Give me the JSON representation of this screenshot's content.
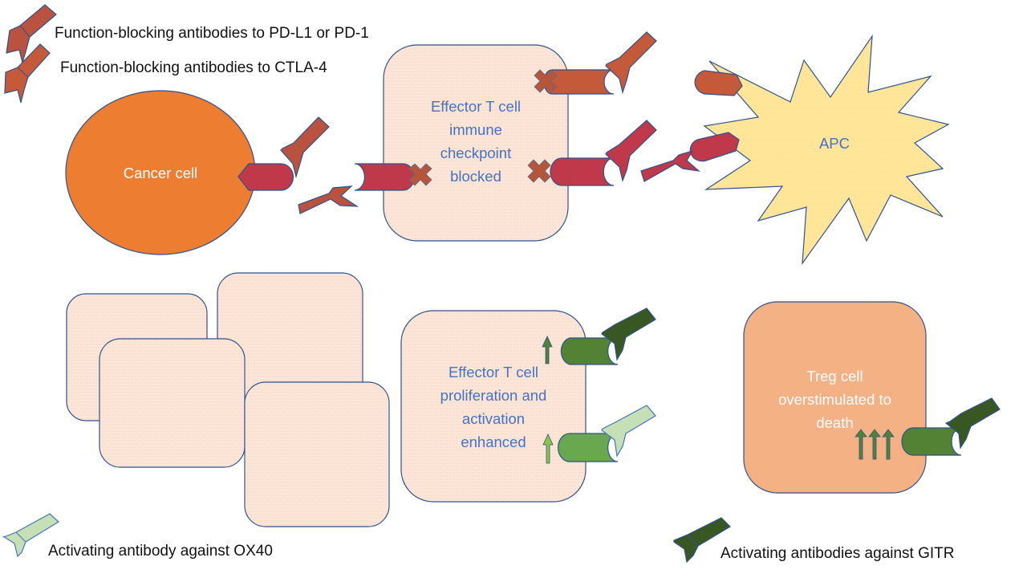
{
  "legend": {
    "pd_blocking": "Function-blocking antibodies to PD-L1  or PD-1",
    "ctla4_blocking": "Function-blocking antibodies to CTLA-4",
    "ox40_activating": "Activating antibody against OX40",
    "gitr_activating": "Activating antibodies against GITR"
  },
  "cells": {
    "cancer": {
      "label": "Cancer cell"
    },
    "effector_blocked": {
      "lines": [
        "Effector T cell",
        "immune",
        "checkpoint",
        "blocked"
      ]
    },
    "apc": {
      "label": "APC"
    },
    "effector_enhanced": {
      "lines": [
        "Effector T cell",
        "proliferation and",
        "activation",
        "enhanced"
      ]
    },
    "treg": {
      "lines": [
        "Treg cell",
        "overstimulated to",
        "death"
      ]
    }
  },
  "colors": {
    "pd_antibody": "#C0504D",
    "pd_receptor": "#C0394B",
    "ctla4_antibody": "#C55A3A",
    "ctla4_receptor": "#C55A3A",
    "cancer_cell": "#ED7D31",
    "t_cell": "#FBE5D6",
    "apc": "#FFE699",
    "treg": "#F4B183",
    "gitr_green": "#385723",
    "ox40_green": "#C5E0B4",
    "receptor_green": "#548235",
    "outline": "#2F528F",
    "label_blue": "#4472C4",
    "blocked_x": "#B5553A"
  }
}
